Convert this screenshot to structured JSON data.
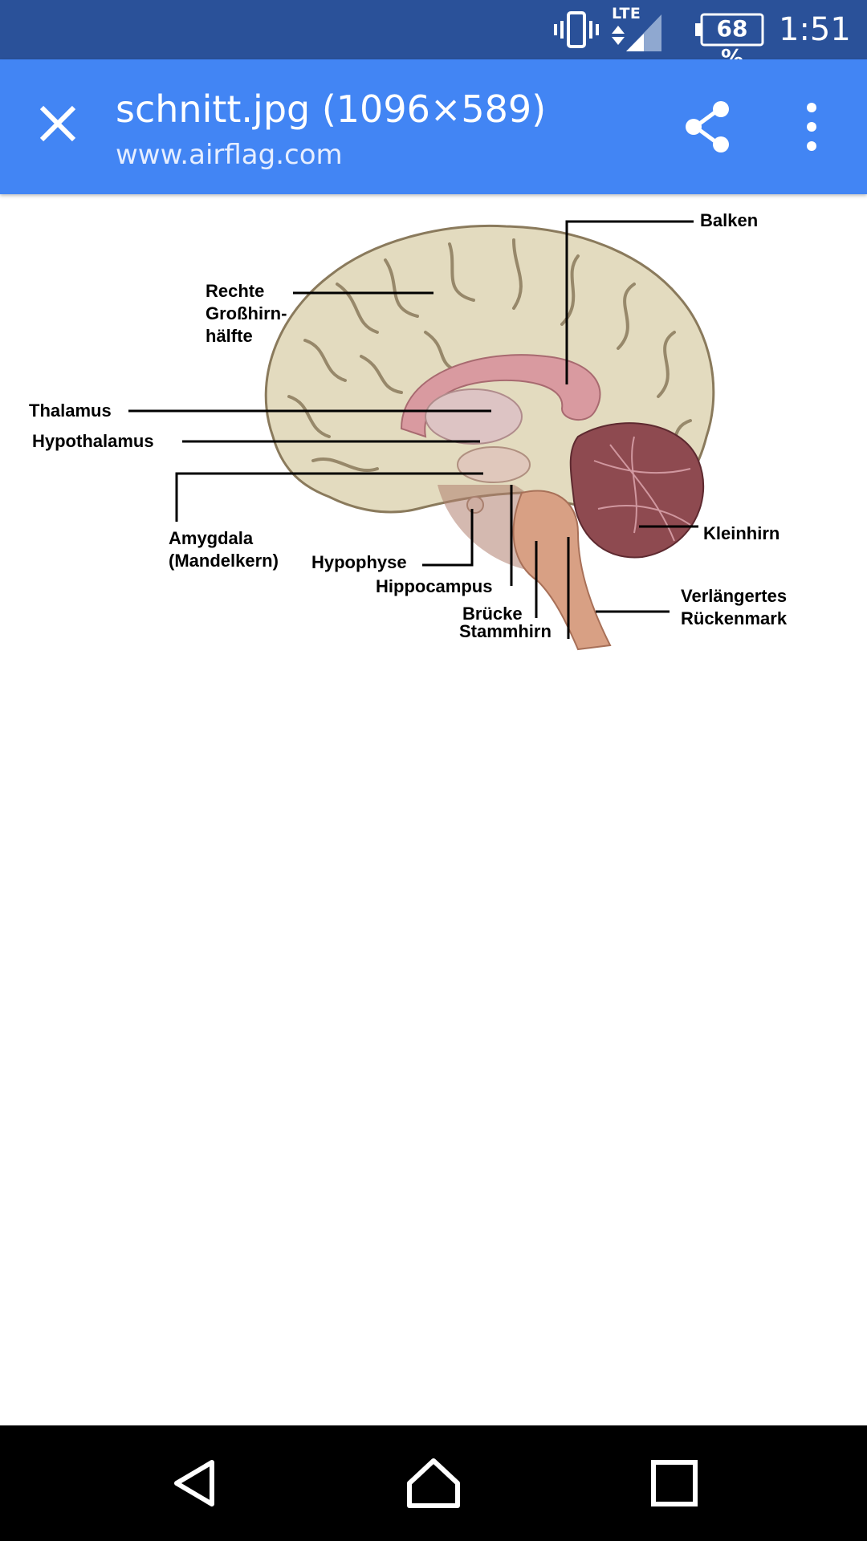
{
  "status_bar": {
    "network": "LTE",
    "battery": "68 %",
    "time": "1:51",
    "icons": [
      "vibrate-icon",
      "signal-icon",
      "battery-icon"
    ]
  },
  "toolbar": {
    "title": "schnitt.jpg (1096×589)",
    "subtitle": "www.airflag.com",
    "icons": [
      "close-icon",
      "share-icon",
      "more-vert-icon"
    ]
  },
  "image": {
    "labels": {
      "balken": "Balken",
      "rechte1": "Rechte",
      "rechte2": "Großhirn-",
      "rechte3": "hälfte",
      "thalamus": "Thalamus",
      "hypothalamus": "Hypothalamus",
      "amygdala1": "Amygdala",
      "amygdala2": "(Mandelkern)",
      "hypophyse": "Hypophyse",
      "hippocampus": "Hippocampus",
      "bruecke": "Brücke",
      "stammhirn": "Stammhirn",
      "kleinhirn": "Kleinhirn",
      "verl1": "Verlängertes",
      "verl2": "Rückenmark"
    },
    "colors": {
      "cortex": "#e3dbbf",
      "cortex_shadow": "#8a7a5c",
      "corpus_callosum": "#d99aa0",
      "thalamus": "#ddc4c4",
      "cerebellum": "#8e4a50",
      "brainstem": "#d8a084"
    }
  },
  "nav_bar": {
    "icons": [
      "back-icon",
      "home-icon",
      "recents-icon"
    ]
  }
}
